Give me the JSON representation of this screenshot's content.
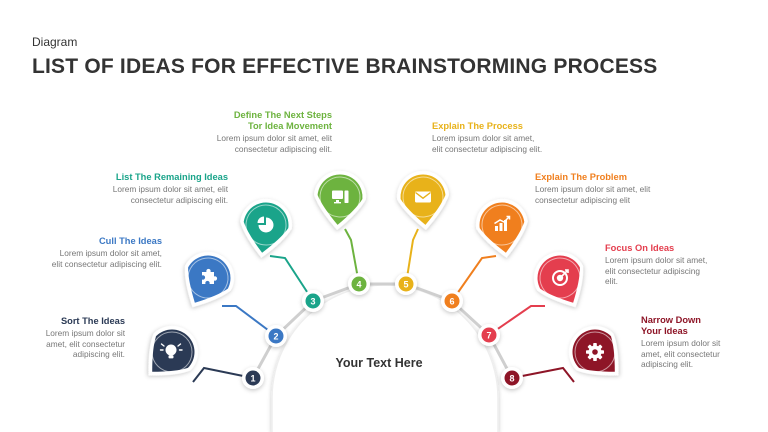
{
  "eyebrow": "Diagram",
  "title": "LIST OF IDEAS FOR EFFECTIVE BRAINSTORMING PROCESS",
  "center_text": "Your Text Here",
  "steps": [
    {
      "number": "1",
      "title": [
        "Sort The Ideas"
      ],
      "body": [
        "Lorem ipsum dolor sit",
        "amet, elit consectetur",
        "adipiscing elit."
      ],
      "color": "#2b3a55",
      "icon": "lightbulb-icon"
    },
    {
      "number": "2",
      "title": [
        "Cull The Ideas"
      ],
      "body": [
        "Lorem ipsum dolor sit amet,",
        "elit consectetur adipiscing elit."
      ],
      "color": "#3b78c4",
      "icon": "puzzle-icon"
    },
    {
      "number": "3",
      "title": [
        "List The Remaining Ideas"
      ],
      "body": [
        "Lorem ipsum dolor sit amet, elit",
        "consectetur adipiscing elit."
      ],
      "color": "#1aa48a",
      "icon": "pie-chart-icon"
    },
    {
      "number": "4",
      "title": [
        "Define The Next Steps",
        "Tor Idea Movement"
      ],
      "body": [
        "Lorem ipsum dolor sit amet, elit",
        "consectetur adipiscing elit."
      ],
      "color": "#6db33f",
      "icon": "computer-icon"
    },
    {
      "number": "5",
      "title": [
        "Explain The Process"
      ],
      "body": [
        "Lorem ipsum dolor sit amet,",
        "elit consectetur adipiscing elit."
      ],
      "color": "#e8b21a",
      "icon": "envelope-icon"
    },
    {
      "number": "6",
      "title": [
        "Explain The Problem"
      ],
      "body": [
        "Lorem ipsum dolor sit amet, elit",
        "consectetur adipiscing elit"
      ],
      "color": "#f07f1e",
      "icon": "bar-chart-icon"
    },
    {
      "number": "7",
      "title": [
        "Focus On Ideas"
      ],
      "body": [
        "Lorem ipsum dolor sit amet,",
        "elit consectetur adipiscing",
        "elit."
      ],
      "color": "#e43e4e",
      "icon": "target-icon"
    },
    {
      "number": "8",
      "title": [
        "Narrow Down",
        "Your Ideas"
      ],
      "body": [
        "Lorem ipsum dolor sit",
        "amet, elit consectetur",
        "adipiscing elit."
      ],
      "color": "#8e1527",
      "icon": "gear-icon"
    }
  ]
}
